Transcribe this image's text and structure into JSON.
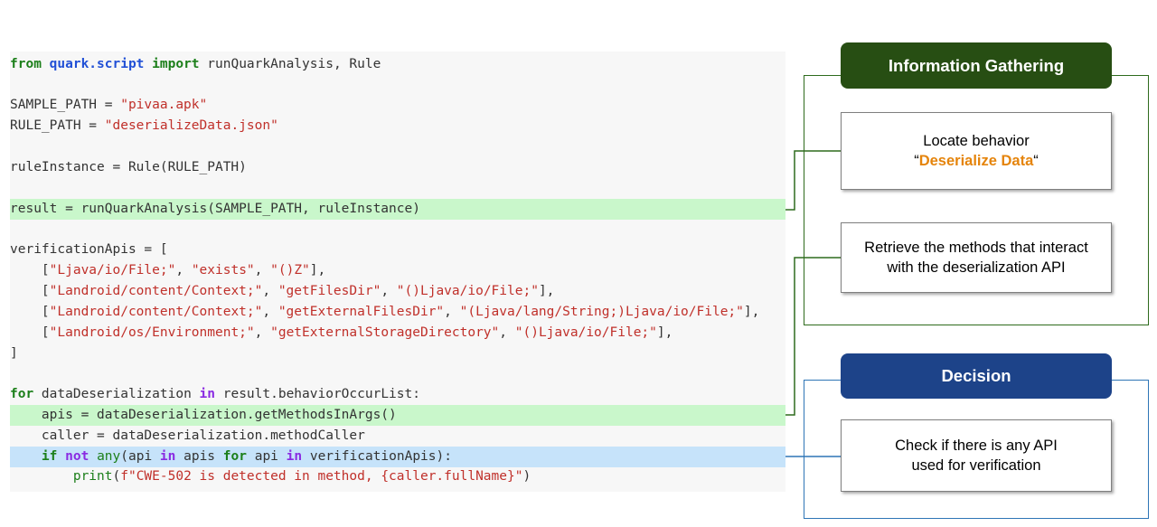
{
  "code": {
    "line1": {
      "kw_from": "from",
      "mod": "quark.script",
      "kw_import": "import",
      "rest": " runQuarkAnalysis, Rule"
    },
    "line2": {
      "a": "SAMPLE_PATH = ",
      "s": "\"pivaa.apk\""
    },
    "line3": {
      "a": "RULE_PATH = ",
      "s": "\"deserializeData.json\""
    },
    "line4": {
      "a": "ruleInstance = Rule(RULE_PATH)"
    },
    "line5": {
      "a": "result = runQuarkAnalysis(SAMPLE_PATH, ruleInstance)"
    },
    "line6": {
      "a": "verificationApis = ["
    },
    "line7": {
      "indent": "    [",
      "s1": "\"Ljava/io/File;\"",
      "c1": ", ",
      "s2": "\"exists\"",
      "c2": ", ",
      "s3": "\"()Z\"",
      "end": "],"
    },
    "line8": {
      "indent": "    [",
      "s1": "\"Landroid/content/Context;\"",
      "c1": ", ",
      "s2": "\"getFilesDir\"",
      "c2": ", ",
      "s3": "\"()Ljava/io/File;\"",
      "end": "],"
    },
    "line9": {
      "indent": "    [",
      "s1": "\"Landroid/content/Context;\"",
      "c1": ", ",
      "s2": "\"getExternalFilesDir\"",
      "c2": ", ",
      "s3": "\"(Ljava/lang/String;)Ljava/io/File;\"",
      "end": "],"
    },
    "line10": {
      "indent": "    [",
      "s1": "\"Landroid/os/Environment;\"",
      "c1": ", ",
      "s2": "\"getExternalStorageDirectory\"",
      "c2": ", ",
      "s3": "\"()Ljava/io/File;\"",
      "end": "],"
    },
    "line11": {
      "a": "]"
    },
    "line12": {
      "kw_for": "for",
      "a": " dataDeserialization ",
      "kw_in": "in",
      "b": " result.behaviorOccurList:"
    },
    "line13": {
      "a": "    apis = dataDeserialization.getMethodsInArgs()"
    },
    "line14": {
      "a": "    caller = dataDeserialization.methodCaller"
    },
    "line15": {
      "indent": "    ",
      "kw_if": "if",
      "sp1": " ",
      "kw_not": "not",
      "sp2": " ",
      "any": "any",
      "a": "(api ",
      "kw_in1": "in",
      "b": " apis ",
      "kw_for": "for",
      "c": " api ",
      "kw_in2": "in",
      "d": " verificationApis):"
    },
    "line16": {
      "indent": "        ",
      "print": "print",
      "paren": "(",
      "s": "f\"CWE-502 is detected in method, {caller.fullName}\"",
      "end": ")"
    }
  },
  "diagram": {
    "information_gathering": {
      "title": "Information Gathering",
      "step1": {
        "line1": "Locate behavior",
        "open_quote": "“",
        "highlight": "Deserialize Data",
        "close_quote": "“"
      },
      "step2": {
        "line1": "Retrieve the methods that interact",
        "line2": "with the deserialization API"
      }
    },
    "decision": {
      "title": "Decision",
      "step3": {
        "line1": "Check if there is any API",
        "line2": "used for verification"
      }
    }
  },
  "colors": {
    "gathering_header": "#274e13",
    "gathering_border": "#2e6b1d",
    "decision_header": "#1d4389",
    "decision_border": "#2e75b6",
    "highlight_green": "#c9f7cb",
    "highlight_blue": "#c6e3fa",
    "accent_orange": "#e5840b"
  }
}
